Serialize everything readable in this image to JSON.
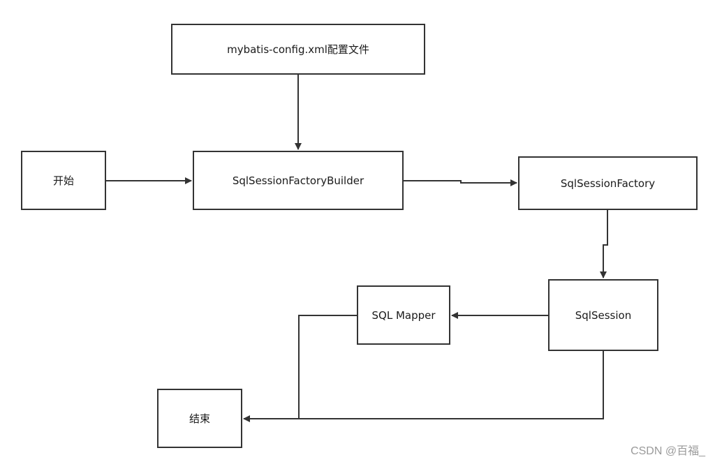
{
  "nodes": {
    "config": "mybatis-config.xml配置文件",
    "start": "开始",
    "builder": "SqlSessionFactoryBuilder",
    "factory": "SqlSessionFactory",
    "session": "SqlSession",
    "mapper": "SQL Mapper",
    "end": "结束"
  },
  "watermark": "CSDN @百福_",
  "colors": {
    "line": "#333333",
    "background": "#ffffff"
  }
}
